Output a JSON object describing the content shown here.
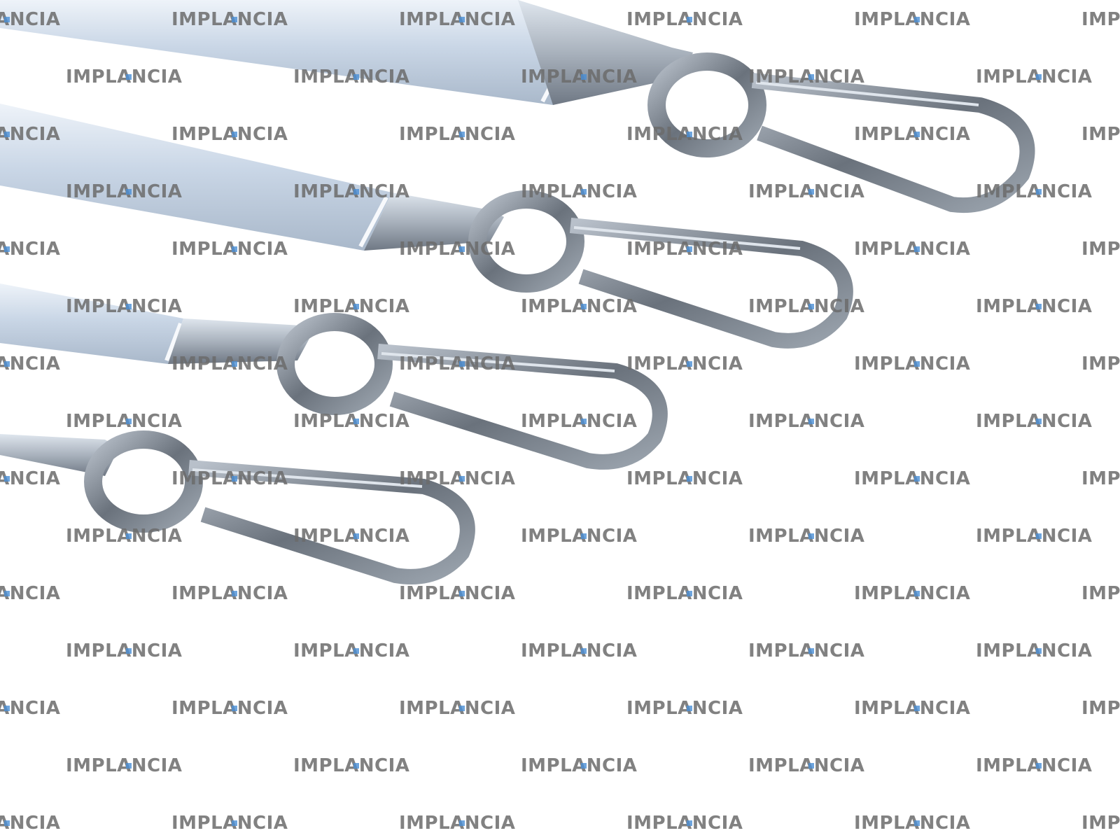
{
  "image": {
    "subject": "Four surgical retractors with looped handles on white background",
    "instrument_count": 4,
    "colors": {
      "background": "#ffffff",
      "steel_light": "#c9d6e6",
      "steel_mid": "#9aaabd",
      "steel_dark": "#4d5560",
      "steel_highlight": "#eef3f9"
    }
  },
  "watermark": {
    "text": "IMPLANCIA",
    "text_color": "#6b6b6b",
    "accent_color": "#4a8fd6",
    "opacity": 0.85
  }
}
